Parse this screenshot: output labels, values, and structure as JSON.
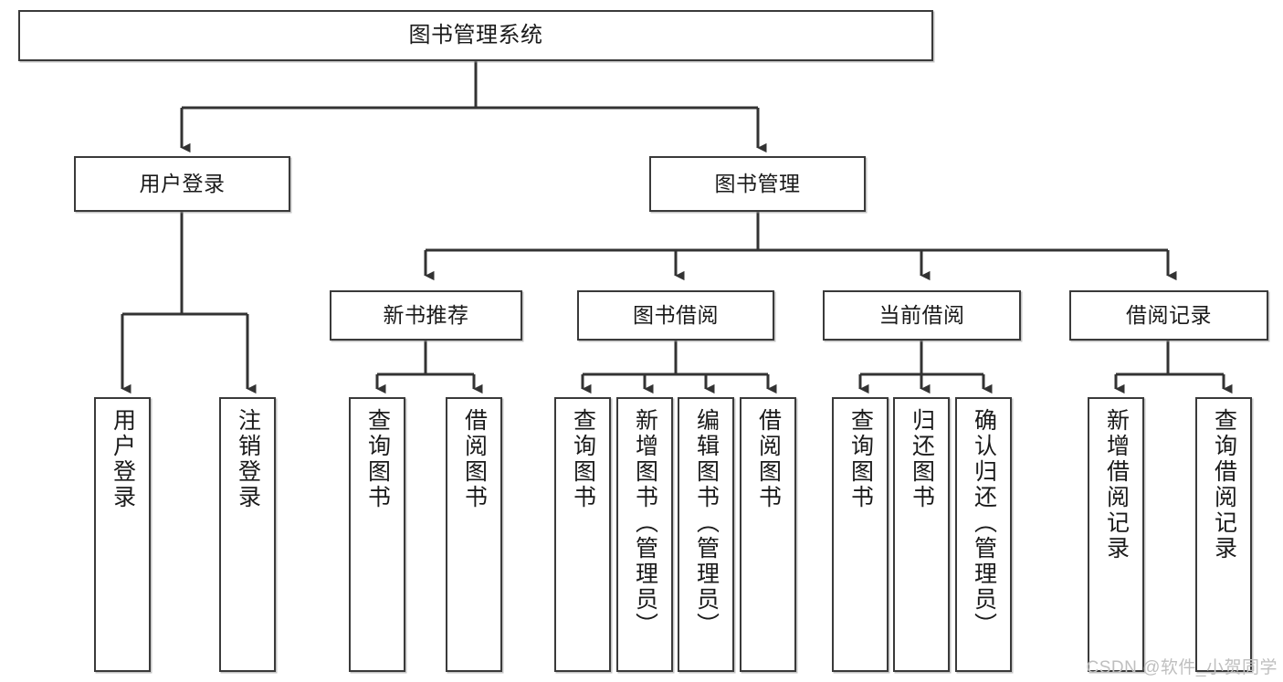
{
  "diagram": {
    "type": "tree",
    "title": "图书管理系统",
    "watermark": "CSDN @软件_小贺同学",
    "colors": {
      "background": "#ffffff",
      "box_border": "#3a3a3a",
      "box_fill": "#ffffff",
      "connector": "#333333",
      "text": "#1a1a1a",
      "watermark": "#bfbfbf"
    },
    "root": {
      "label": "图书管理系统"
    },
    "level2": [
      {
        "label": "用户登录"
      },
      {
        "label": "图书管理"
      }
    ],
    "level3": [
      {
        "label": "新书推荐"
      },
      {
        "label": "图书借阅"
      },
      {
        "label": "当前借阅"
      },
      {
        "label": "借阅记录"
      }
    ],
    "leaves": {
      "user_login": [
        {
          "label": "用户登录"
        },
        {
          "label": "注销登录"
        }
      ],
      "new_book_recommend": [
        {
          "label": "查询图书"
        },
        {
          "label": "借阅图书"
        }
      ],
      "book_borrow": [
        {
          "label": "查询图书"
        },
        {
          "label": "新增图书（管理员）"
        },
        {
          "label": "编辑图书（管理员）"
        },
        {
          "label": "借阅图书"
        }
      ],
      "current_borrow": [
        {
          "label": "查询图书"
        },
        {
          "label": "归还图书"
        },
        {
          "label": "确认归还（管理员）"
        }
      ],
      "borrow_record": [
        {
          "label": "新增借阅记录"
        },
        {
          "label": "查询借阅记录"
        }
      ]
    }
  }
}
